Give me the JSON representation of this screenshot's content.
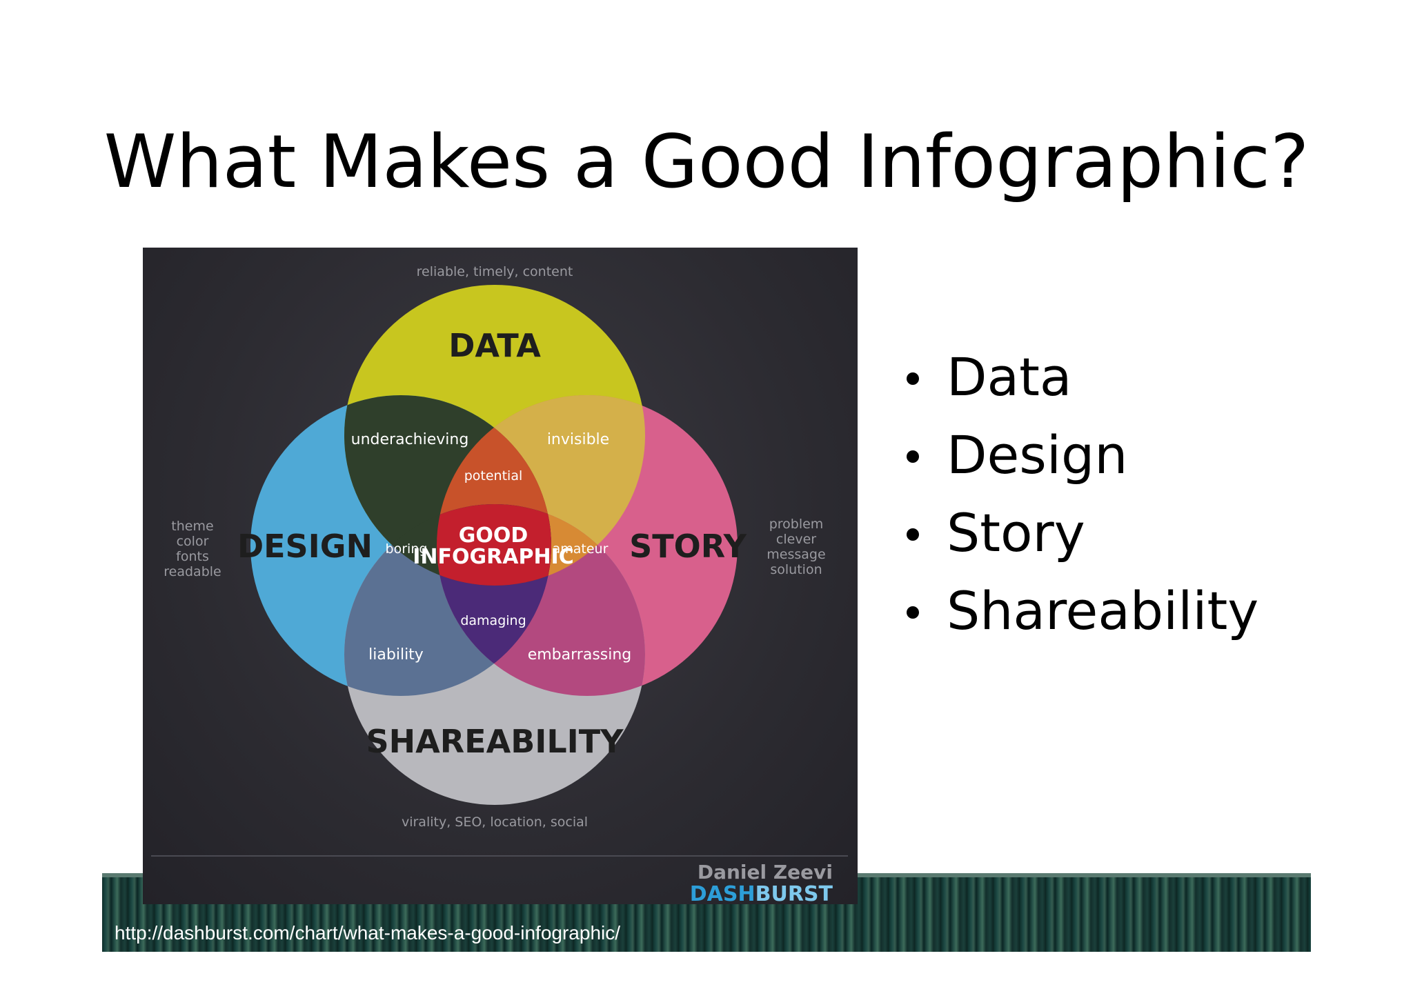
{
  "slide": {
    "title": "What Makes a Good Infographic?",
    "bullets": [
      "Data",
      "Design",
      "Story",
      "Shareability"
    ],
    "source_url": "http://dashburst.com/chart/what-makes-a-good-infographic/"
  },
  "infographic": {
    "circles": {
      "data": {
        "label": "DATA",
        "color": "#c8c61f",
        "descriptor": "reliable, timely, content"
      },
      "design": {
        "label": "DESIGN",
        "color": "#4fa9d6",
        "descriptor_lines": [
          "theme",
          "color",
          "fonts",
          "readable"
        ]
      },
      "story": {
        "label": "STORY",
        "color": "#d8608c",
        "descriptor_lines": [
          "problem",
          "clever",
          "message",
          "solution"
        ]
      },
      "shareability": {
        "label": "SHAREABILITY",
        "color": "#b8b8bd",
        "descriptor": "virality, SEO, location, social"
      }
    },
    "overlaps": {
      "data_design": "underachieving",
      "data_story": "invisible",
      "design_shareability": "liability",
      "story_shareability": "embarrassing",
      "data_design_story": "potential",
      "data_design_shareability": "boring",
      "data_story_shareability": "amateur",
      "design_story_shareability": "damaging",
      "center_lines": [
        "GOOD",
        "INFOGRAPHIC"
      ]
    },
    "credit": {
      "author": "Daniel Zeevi",
      "brand_part1": "DASH",
      "brand_part2": "BURST",
      "brand_color1": "#2d9ed8",
      "brand_color2": "#7ec8ec"
    }
  }
}
